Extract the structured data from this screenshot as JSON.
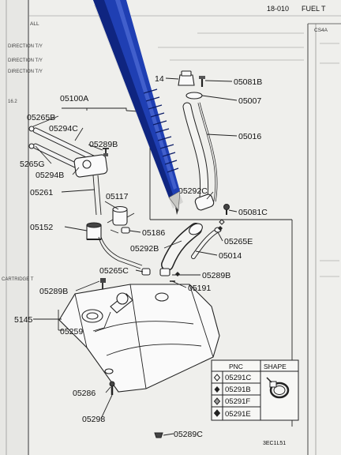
{
  "header": {
    "section": "18-010",
    "title": "FUEL T",
    "right_code": "CS4A",
    "index_letters": "ALL"
  },
  "margin": {
    "labels": [
      "DIRECTION T/Y",
      "DIRECTION T/Y",
      "DIRECTION T/Y",
      "16.2",
      "CARTRIDGE T"
    ]
  },
  "parts": [
    {
      "id": "p05100A",
      "label": "05100A"
    },
    {
      "id": "p05265B",
      "label": "05265B"
    },
    {
      "id": "p05294C",
      "label": "05294C"
    },
    {
      "id": "p05289B_a",
      "label": "05289B"
    },
    {
      "id": "p5265G",
      "label": "5265G"
    },
    {
      "id": "p05294B",
      "label": "05294B"
    },
    {
      "id": "p05261",
      "label": "05261"
    },
    {
      "id": "p05117",
      "label": "05117"
    },
    {
      "id": "p05152",
      "label": "05152"
    },
    {
      "id": "p05186",
      "label": "05186"
    },
    {
      "id": "p05292B",
      "label": "05292B"
    },
    {
      "id": "p05265C",
      "label": "05265C"
    },
    {
      "id": "p05289B_b",
      "label": "05289B"
    },
    {
      "id": "p5145",
      "label": "5145"
    },
    {
      "id": "p05259",
      "label": "05259"
    },
    {
      "id": "p05286",
      "label": "05286"
    },
    {
      "id": "p05298",
      "label": "05298"
    },
    {
      "id": "p05289C",
      "label": "05289C"
    },
    {
      "id": "p05081B",
      "label": "05081B"
    },
    {
      "id": "p05007",
      "label": "05007"
    },
    {
      "id": "p05016",
      "label": "05016"
    },
    {
      "id": "p05292C",
      "label": "05292C"
    },
    {
      "id": "p05081C",
      "label": "05081C"
    },
    {
      "id": "p05265E",
      "label": "05265E"
    },
    {
      "id": "p05014",
      "label": "05014"
    },
    {
      "id": "p05289B_c",
      "label": "05289B"
    },
    {
      "id": "p05191",
      "label": "05191"
    },
    {
      "id": "p14",
      "label": "14"
    }
  ],
  "legend": {
    "col_pnc": "PNC",
    "col_shape": "SHAPE",
    "rows": [
      "05291C",
      "05291B",
      "05291F",
      "05291E"
    ]
  },
  "footer": {
    "code": "3EC1L51"
  },
  "colors": {
    "pen_body": "#1f3fb3",
    "pen_dark": "#0f2580",
    "paper": "#ededea"
  }
}
